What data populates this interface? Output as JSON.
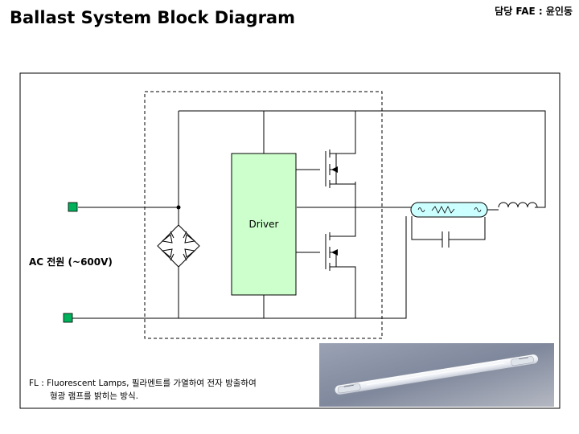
{
  "header": {
    "title": "Ballast System Block Diagram",
    "owner": "담당 FAE : 윤인동"
  },
  "diagram": {
    "driver_label": "Driver",
    "ac_source_label": "AC 전원 (~600V)"
  },
  "note": {
    "line1": "FL : Fluorescent Lamps, 필라멘트를 가열하여 전자 방출하여",
    "line2": "형광 램프를 밝히는 방식."
  },
  "colors": {
    "driver_fill": "#ccffcc",
    "terminal_fill": "#00b05a",
    "lamp_fill": "#ccffff",
    "photo_bg": "#8a92a4"
  },
  "photo": {
    "subject": "fluorescent-lamp-tube-photo"
  }
}
